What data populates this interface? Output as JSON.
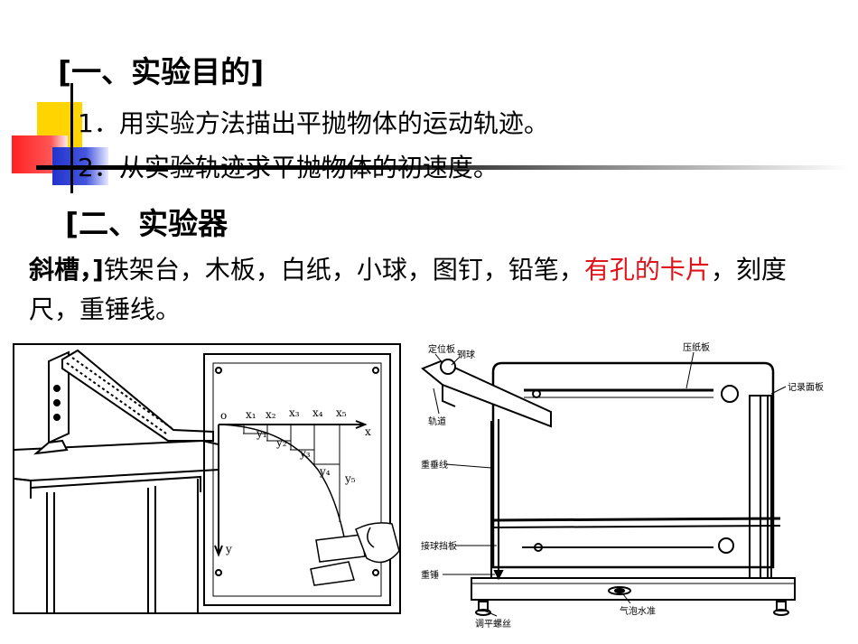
{
  "section1": {
    "heading": "[一、实验目的]",
    "items": [
      "1．用实验方法描出平抛物体的运动轨迹。",
      "2．从实验轨迹求平抛物体的初速度。"
    ]
  },
  "section2": {
    "heading": "[二、实验器",
    "label": "斜槽，]",
    "materials_plain": "铁架台，木板，白纸，小球，图钉，铅笔，",
    "materials_red": "有孔的卡片",
    "materials_tail": "，刻度尺，重锤线。"
  },
  "left_figure": {
    "origin_label": "o",
    "x_axis_label": "x",
    "y_axis_label": "y",
    "x_labels": [
      "x₁",
      "x₂",
      "x₃",
      "x₄",
      "x₅"
    ],
    "y_labels": [
      "y₁",
      "y₂",
      "y₃",
      "y₄",
      "y₅"
    ]
  },
  "right_figure": {
    "labels": {
      "positioning_plate": "定位板",
      "steel_ball": "钢球",
      "press_plate": "压纸板",
      "record_board": "记录面板",
      "track": "轨道",
      "plumb_line": "重垂线",
      "ball_catch_plate": "接球挡板",
      "plumb_bob": "重锤",
      "level_bubble": "气泡水准",
      "leveling_screw": "调平螺丝"
    }
  },
  "colors": {
    "accent_red": "#e0141b",
    "deco_yellow": "#ffd400",
    "deco_red": "#ff2222",
    "deco_blue": "#2233cc"
  }
}
